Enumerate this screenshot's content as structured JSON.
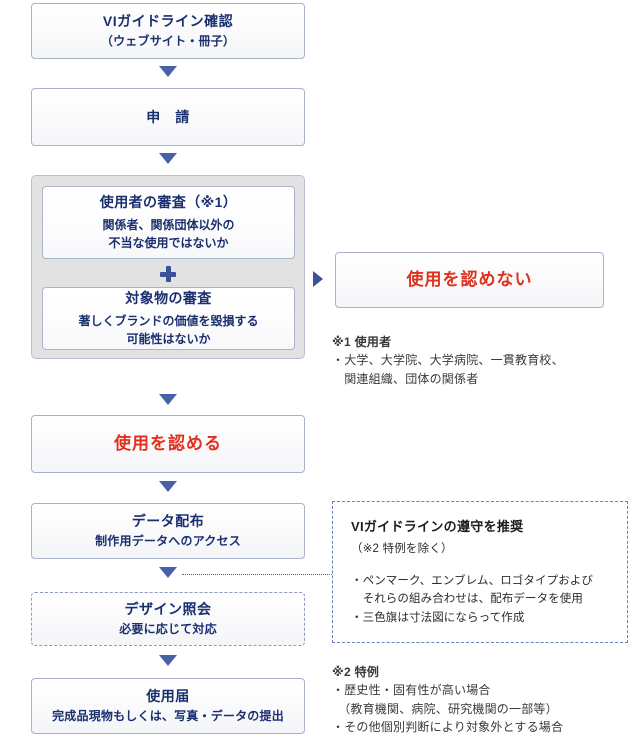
{
  "flow": {
    "step1": {
      "title": "VIガイドライン確認",
      "sub": "（ウェブサイト・冊子）"
    },
    "step2": {
      "title": "申　請"
    },
    "review": {
      "user": {
        "title": "使用者の審査（※1）",
        "line1": "関係者、関係団体以外の",
        "line2": "不当な使用ではないか"
      },
      "plus_symbol": "plus-sign",
      "object": {
        "title": "対象物の審査",
        "line1": "著しくブランドの価値を毀損する",
        "line2": "可能性はないか"
      }
    },
    "deny": {
      "title": "使用を認めない"
    },
    "approve": {
      "title": "使用を認める"
    },
    "data": {
      "title": "データ配布",
      "sub": "制作用データへのアクセス"
    },
    "design": {
      "title": "デザイン照会",
      "sub": "必要に応じて対応"
    },
    "submit": {
      "title": "使用届",
      "sub": "完成品現物もしくは、写真・データの提出"
    }
  },
  "notes": {
    "note1": {
      "heading": "※1 使用者",
      "line1": "・大学、大学院、大学病院、一貫教育校、",
      "line2": "　関連組織、団体の関係者"
    },
    "note2": {
      "heading": "※2 特例",
      "line1": "・歴史性・固有性が高い場合",
      "line2": "　（教育機関、病院、研究機関の一部等）",
      "line3": "・その他個別判断により対象外とする場合"
    }
  },
  "info_panel": {
    "heading": "VIガイドラインの遵守を推奨",
    "sub": "（※2 特例を除く）",
    "body": "・ペンマーク、エンブレム、ロゴタイプおよび\n　それらの組み合わせは、配布データを使用\n・三色旗は寸法図にならって作成"
  },
  "colors": {
    "navy": "#1a2f6f",
    "red": "#e0301e",
    "arrow_blue": "#4a61a8",
    "grey_panel": "#e2e2e2",
    "border_blue": "#a8b2cc"
  }
}
